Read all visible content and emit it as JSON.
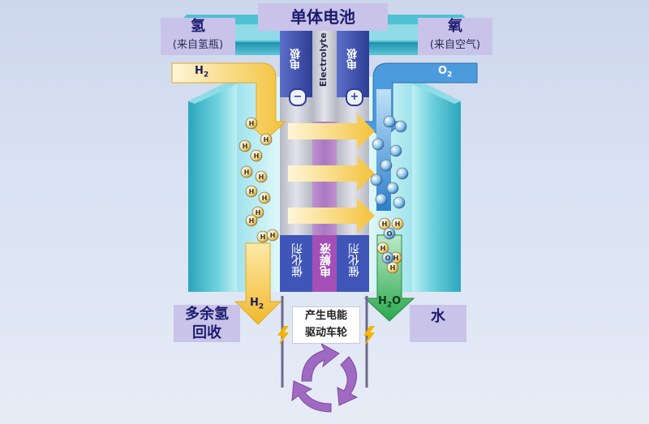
{
  "title": "单体电池",
  "hydrogen": {
    "label": "氢",
    "source": "(来自氢瓶)",
    "inlet_formula": "H",
    "inlet_sub": "2",
    "outlet_formula": "H",
    "outlet_sub": "2"
  },
  "oxygen": {
    "label": "氧",
    "source": "(来自空气)",
    "inlet_formula": "O",
    "inlet_sub": "2"
  },
  "electrode_left": "电极",
  "electrode_right": "电极",
  "electrolyte": "Electrolyte",
  "minus_sign": "−",
  "plus_sign": "+",
  "catalyst_left": "催化剂",
  "electrolyte_cn": "电解液",
  "catalyst_right": "催化剂",
  "excess_h2_line1": "多余氢",
  "excess_h2_line2": "回收",
  "water": "水",
  "water_outlet": {
    "prefix": "H",
    "sub": "2",
    "suffix": "O"
  },
  "power_line1": "产生电能",
  "power_line2": "驱动车轮",
  "particle_h": "H",
  "particle_o": "O",
  "colors": {
    "hydrogen_arrow": "#f6c94a",
    "oxygen_arrow": "#3a8fd6",
    "water_arrow": "#3fb56a",
    "cell_teal": "#3fb5c7",
    "electrode_blue": "#3b4fa8",
    "electrolyte_purple": "#8a4ca0",
    "label_box": "#c9c3ea",
    "cycle_arrow": "#9b63b8"
  }
}
